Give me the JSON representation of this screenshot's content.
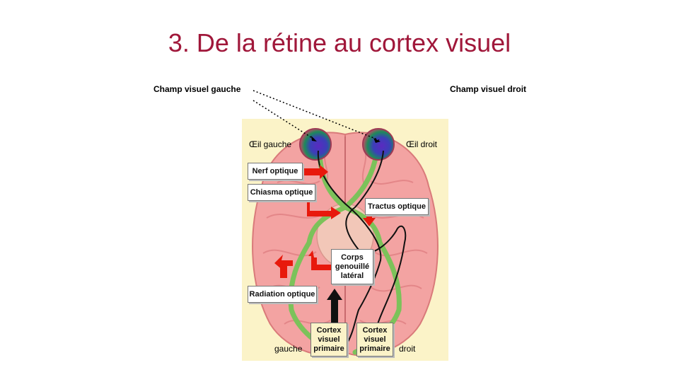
{
  "title": "3. De la rétine au cortex visuel",
  "field_left": "Champ visuel gauche",
  "field_right": "Champ visuel droit",
  "eye_left": "Œil gauche",
  "eye_right": "Œil droit",
  "bottom_left": "gauche",
  "bottom_right": "droit",
  "boxes": {
    "nerf": "Nerf optique",
    "chiasma": "Chiasma optique",
    "tractus": "Tractus optique",
    "corps": "Corps\ngenouillé\nlatéral",
    "radiation": "Radiation optique",
    "cortex_left": "Cortex\nvisuel\nprimaire",
    "cortex_right": "Cortex\nvisuel\nprimaire"
  },
  "colors": {
    "title": "#a0173a",
    "arrow": "#e8190c",
    "pathway": "#7cc25a",
    "brain": "#f3a1a0",
    "background": "#fbf3c8"
  }
}
